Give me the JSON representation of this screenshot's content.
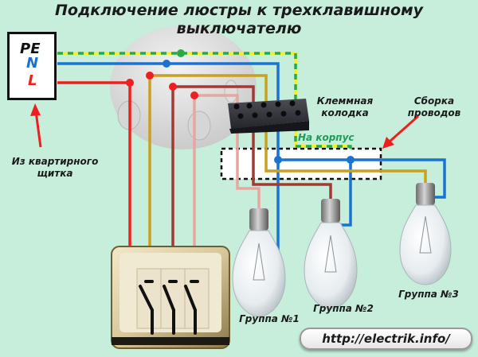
{
  "title": {
    "line1": "Подключение люстры к трехклавишному",
    "line2": "выключателю"
  },
  "panel": {
    "terminals": [
      "PE",
      "N",
      "L"
    ],
    "caption_line1": "Из квартирного",
    "caption_line2": "щитка"
  },
  "labels": {
    "terminal_block_line1": "Клеммная",
    "terminal_block_line2": "колодка",
    "wire_bundle_line1": "Сборка",
    "wire_bundle_line2": "проводов",
    "to_housing": "На корпус"
  },
  "lamps": [
    {
      "label": "Группа №1"
    },
    {
      "label": "Группа №2"
    },
    {
      "label": "Группа №3"
    }
  ],
  "switch": {
    "keys": 3
  },
  "url": "http://electrik.info/",
  "colors": {
    "background": "#c6eedb",
    "phase": "#f01f1f",
    "neutral": "#1a73d0",
    "ground_green": "#2aa84a",
    "ground_yellow": "#f2f21a",
    "line1": "#c9a020",
    "line2": "#a23a34",
    "line3": "#e8a6a0",
    "arrow": "#f01f1f"
  }
}
